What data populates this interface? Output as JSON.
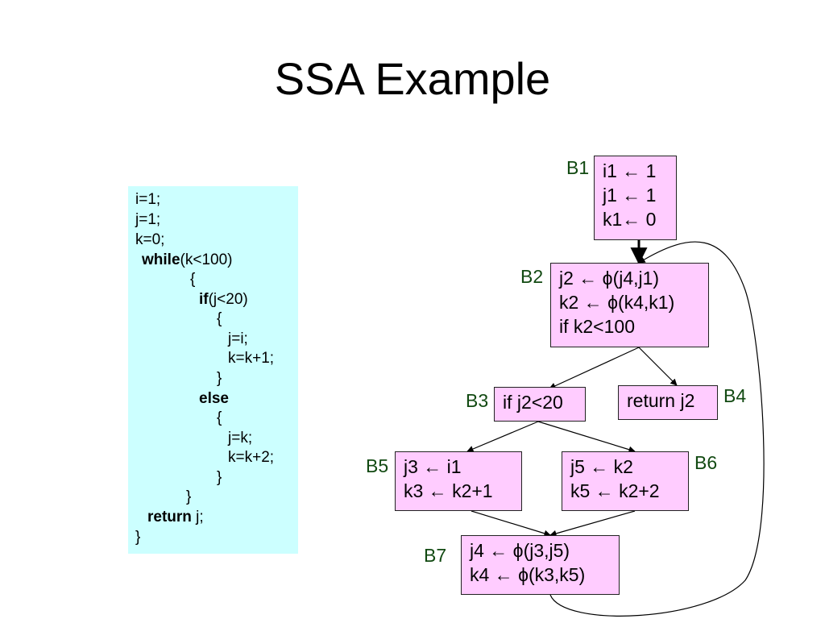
{
  "title": "SSA Example",
  "code_lines": [
    {
      "pre": "i=1;",
      "kw": "",
      "post": ""
    },
    {
      "pre": "j=1;",
      "kw": "",
      "post": ""
    },
    {
      "pre": "k=0;",
      "kw": "",
      "post": ""
    },
    {
      "pre": "",
      "kw": "while",
      "post": "(k<100)"
    },
    {
      "pre": "{",
      "kw": "",
      "post": ""
    },
    {
      "pre": "",
      "kw": "if",
      "post": "(j<20)"
    },
    {
      "pre": "{",
      "kw": "",
      "post": ""
    },
    {
      "pre": "j=i;",
      "kw": "",
      "post": ""
    },
    {
      "pre": "k=k+1;",
      "kw": "",
      "post": ""
    },
    {
      "pre": "}",
      "kw": "",
      "post": ""
    },
    {
      "pre": "",
      "kw": "else",
      "post": ""
    },
    {
      "pre": "{",
      "kw": "",
      "post": ""
    },
    {
      "pre": "j=k;",
      "kw": "",
      "post": ""
    },
    {
      "pre": "k=k+2;",
      "kw": "",
      "post": ""
    },
    {
      "pre": "}",
      "kw": "",
      "post": ""
    },
    {
      "pre": "}",
      "kw": "",
      "post": ""
    },
    {
      "pre": "",
      "kw": "return",
      "post": " j;"
    },
    {
      "pre": "}",
      "kw": "",
      "post": ""
    }
  ],
  "blocks": {
    "b1": {
      "label": "B1",
      "lines": [
        "i1 ← 1",
        "j1 ← 1",
        "k1← 0"
      ]
    },
    "b2": {
      "label": "B2",
      "lines": [
        "j2 ← ϕ(j4,j1)",
        "k2 ← ϕ(k4,k1)",
        "if k2<100"
      ]
    },
    "b3": {
      "label": "B3",
      "lines": [
        "if j2<20"
      ]
    },
    "b4": {
      "label": "B4",
      "lines": [
        "return j2"
      ]
    },
    "b5": {
      "label": "B5",
      "lines": [
        "j3 ← i1",
        "k3 ← k2+1"
      ]
    },
    "b6": {
      "label": "B6",
      "lines": [
        "j5 ← k2",
        "k5 ← k2+2"
      ]
    },
    "b7": {
      "label": "B7",
      "lines": [
        "j4 ← ϕ(j3,j5)",
        "k4 ← ϕ(k3,k5)"
      ]
    }
  },
  "colors": {
    "code_bg": "#ccffff",
    "block_fill": "#ffccff",
    "label_color": "#124a12"
  }
}
